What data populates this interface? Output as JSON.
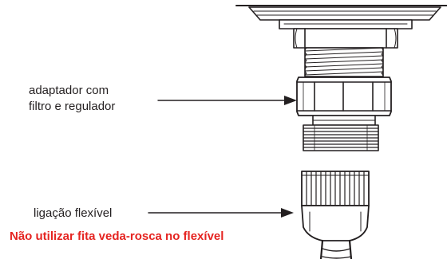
{
  "callouts": {
    "adapter_line1": "adaptador com",
    "adapter_line2": "filtro e regulador",
    "flex_hose": "ligação flexível"
  },
  "warning": {
    "text": "Não utilizar fita veda-rosca no flexível",
    "color": "#e52421"
  },
  "colors": {
    "line": "#231f20",
    "background": "#ffffff"
  }
}
